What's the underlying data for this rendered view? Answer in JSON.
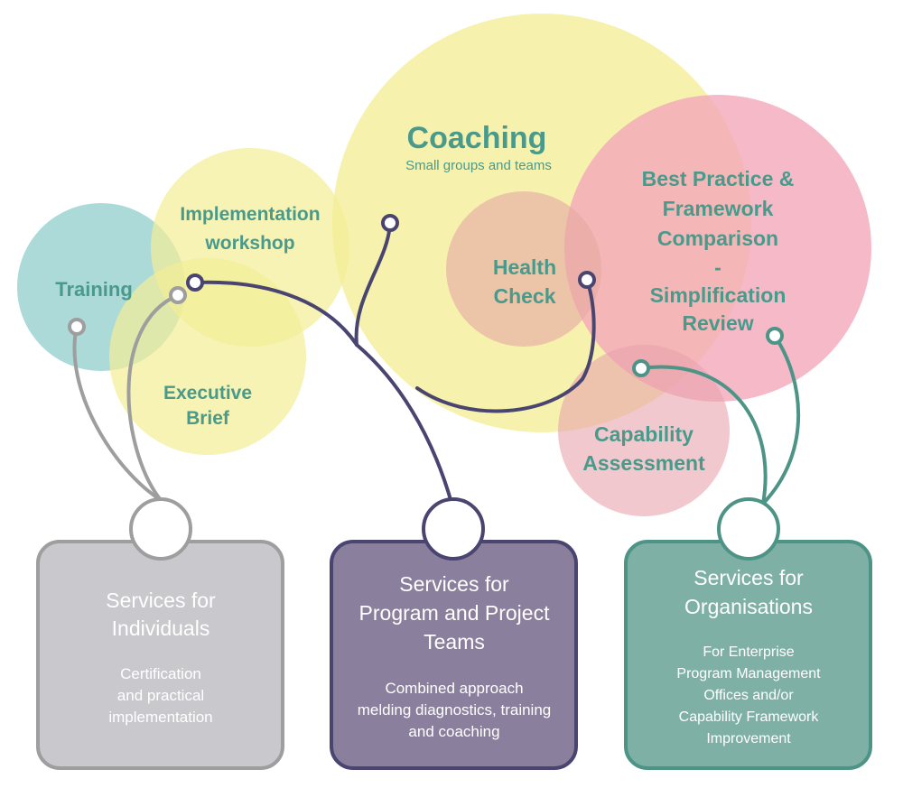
{
  "bubbles": {
    "training": "Training",
    "implementation_line1": "Implementation",
    "implementation_line2": "workshop",
    "executive_line1": "Executive",
    "executive_line2": "Brief",
    "coaching_title": "Coaching",
    "coaching_subtitle": "Small groups and teams",
    "health_line1": "Health",
    "health_line2": "Check",
    "best_line1": "Best Practice &",
    "best_line2": "Framework",
    "best_line3": "Comparison",
    "best_line4": "-",
    "best_line5": "Simplification",
    "best_line6": "Review",
    "capability_line1": "Capability",
    "capability_line2": "Assessment"
  },
  "services": {
    "individuals": {
      "title_line1": "Services for",
      "title_line2": "Individuals",
      "desc_line1": "Certification",
      "desc_line2": "and practical",
      "desc_line3": "implementation"
    },
    "teams": {
      "title_line1": "Services for",
      "title_line2": "Program and Project",
      "title_line3": "Teams",
      "desc_line1": "Combined approach",
      "desc_line2": "melding diagnostics, training",
      "desc_line3": "and coaching"
    },
    "organisations": {
      "title_line1": "Services for",
      "title_line2": "Organisations",
      "desc_line1": "For Enterprise",
      "desc_line2": "Program Management",
      "desc_line3": "Offices and/or",
      "desc_line4": "Capability Framework",
      "desc_line5": "Improvement"
    }
  },
  "colors": {
    "yellow": "#f4f0a0",
    "teal_bubble": "#9ed4d2",
    "pink": "#f3a5b8",
    "gray_box": "#c9c8cd",
    "gray_stroke": "#9e9e9e",
    "purple_box": "#8a7f9c",
    "purple_stroke": "#4a4570",
    "teal_box": "#7fb0a6",
    "teal_stroke": "#4d9487",
    "label_teal": "#4a9a8b"
  }
}
